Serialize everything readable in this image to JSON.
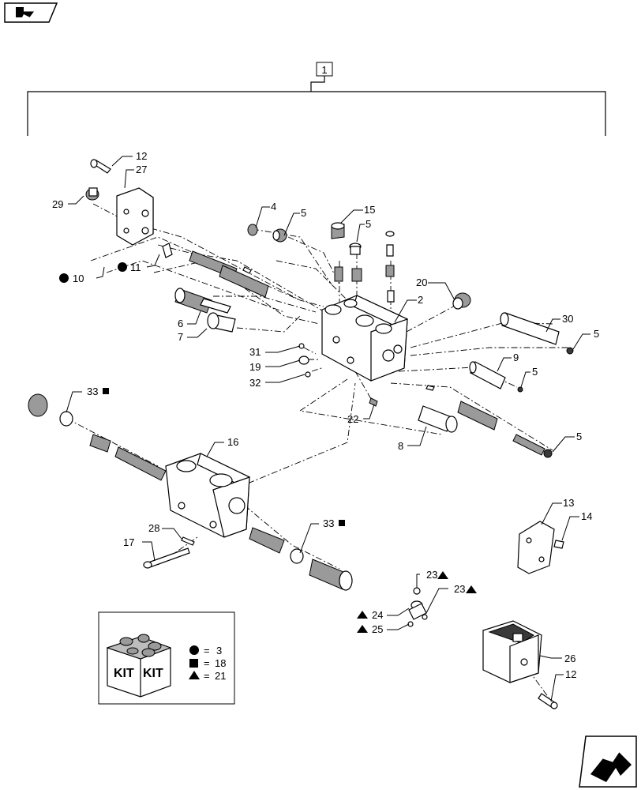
{
  "assembly_number": "1",
  "callouts": {
    "c2": "2",
    "c4": "4",
    "c5a": "5",
    "c5b": "5",
    "c5c": "5",
    "c5d": "5",
    "c5e": "5",
    "c6": "6",
    "c7": "7",
    "c8": "8",
    "c9": "9",
    "c10": "10",
    "c11": "11",
    "c12a": "12",
    "c12b": "12",
    "c13": "13",
    "c14": "14",
    "c15": "15",
    "c16": "16",
    "c17": "17",
    "c19": "19",
    "c20": "20",
    "c22": "22",
    "c23a": "23",
    "c23b": "23",
    "c24": "24",
    "c25": "25",
    "c26": "26",
    "c27": "27",
    "c28": "28",
    "c29": "29",
    "c30": "30",
    "c31": "31",
    "c32": "32",
    "c33a": "33",
    "c33b": "33"
  },
  "kit_legend": {
    "box_label_left": "KIT",
    "box_label_right": "KIT",
    "rows": [
      {
        "symbol": "circle",
        "equals": "=",
        "kit": "3"
      },
      {
        "symbol": "square",
        "equals": "=",
        "kit": "18"
      },
      {
        "symbol": "triangle",
        "equals": "=",
        "kit": "21"
      }
    ]
  },
  "nav_icons": [
    "previous-page-icon",
    "next-page-icon"
  ]
}
